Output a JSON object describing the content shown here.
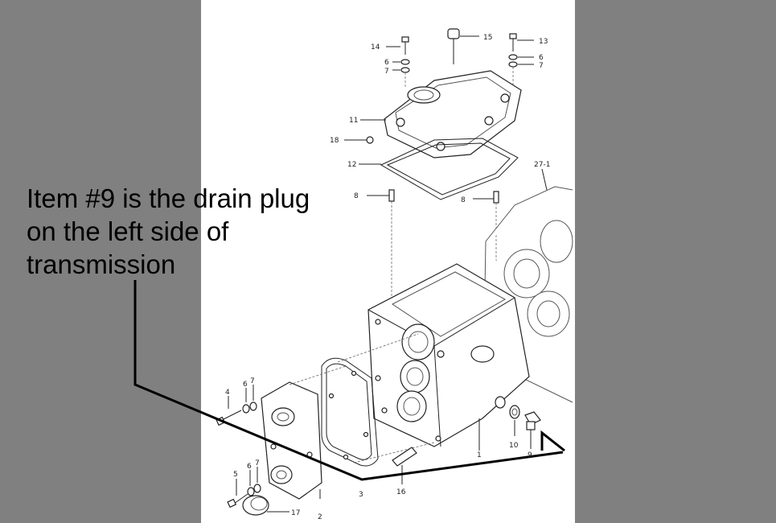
{
  "annotation": {
    "lines": [
      "Item #9 is the drain plug",
      "on the left side of",
      "transmission"
    ]
  },
  "callouts": {
    "c14": "14",
    "c15": "15",
    "c13": "13",
    "c6a": "6",
    "c7a": "7",
    "c6b": "6",
    "c7b": "7",
    "c11": "11",
    "c18": "18",
    "c12": "12",
    "c27": "27-1",
    "c8a": "8",
    "c8b": "8",
    "c4": "4",
    "c6c": "6",
    "c7c": "7",
    "c5": "5",
    "c6d": "6",
    "c7d": "7",
    "c17": "17",
    "c2": "2",
    "c3": "3",
    "c16": "16",
    "c1": "1",
    "c10": "10",
    "c9": "9"
  }
}
